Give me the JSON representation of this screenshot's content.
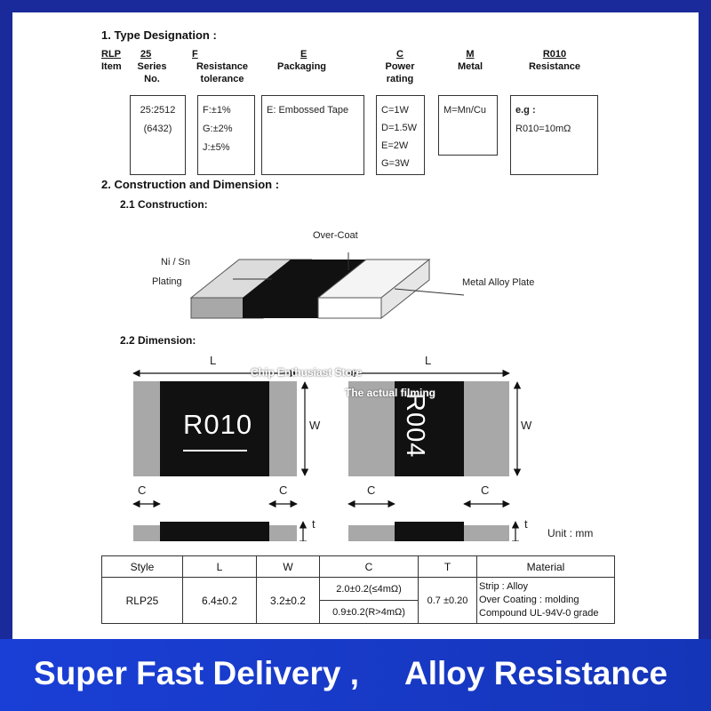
{
  "section1": {
    "title": "1. Type Designation :",
    "columns": [
      {
        "code": "RLP",
        "label": "Item"
      },
      {
        "code": "25",
        "label": "Series No."
      },
      {
        "code": "F",
        "label": "Resistance tolerance"
      },
      {
        "code": "E",
        "label": "Packaging"
      },
      {
        "code": "C",
        "label": "Power rating"
      },
      {
        "code": "M",
        "label": "Metal"
      },
      {
        "code": "R010",
        "label": "Resistance"
      }
    ],
    "boxes": {
      "series": [
        "25:2512",
        "(6432)"
      ],
      "tolerance": [
        "F:±1%",
        "G:±2%",
        "J:±5%"
      ],
      "packaging": [
        "E: Embossed Tape"
      ],
      "power": [
        "C=1W",
        "D=1.5W",
        "E=2W",
        "G=3W"
      ],
      "metal": [
        "M=Mn/Cu"
      ],
      "resistance": [
        "e.g :",
        "R010=10mΩ"
      ]
    }
  },
  "section2": {
    "title": "2. Construction and Dimension :",
    "construction": {
      "title": "2.1 Construction:",
      "labels": {
        "overcoat": "Over-Coat",
        "nisn": "Ni / Sn",
        "plating": "Plating",
        "metal_plate": "Metal Alloy Plate"
      }
    },
    "dimension": {
      "title": "2.2 Dimension:",
      "L": "L",
      "W": "W",
      "C": "C",
      "t": "t",
      "chip1_marking": "R010",
      "chip2_marking": "R004",
      "unit": "Unit : mm"
    }
  },
  "watermark": {
    "store": "Chip Enthusiast Store",
    "filming": "The actual filming"
  },
  "table": {
    "headers": [
      "Style",
      "L",
      "W",
      "C",
      "T",
      "Material"
    ],
    "style": "RLP25",
    "L": "6.4±0.2",
    "W": "3.2±0.2",
    "C1": "2.0±0.2(≤4mΩ)",
    "C2": "0.9±0.2(R>4mΩ)",
    "T": "0.7 ±0.20",
    "material": [
      "Strip : Alloy",
      "Over Coating : molding",
      "Compound UL-94V-0 grade"
    ]
  },
  "banner": {
    "text1": "Super Fast Delivery ,",
    "text2": "Alloy Resistance"
  },
  "colors": {
    "frame": "#1a2a9a",
    "banner_gradient_start": "#1a3fd6",
    "banner_gradient_end": "#1535b8",
    "chip_black": "#111111",
    "terminal_gray": "#a8a8a8"
  }
}
